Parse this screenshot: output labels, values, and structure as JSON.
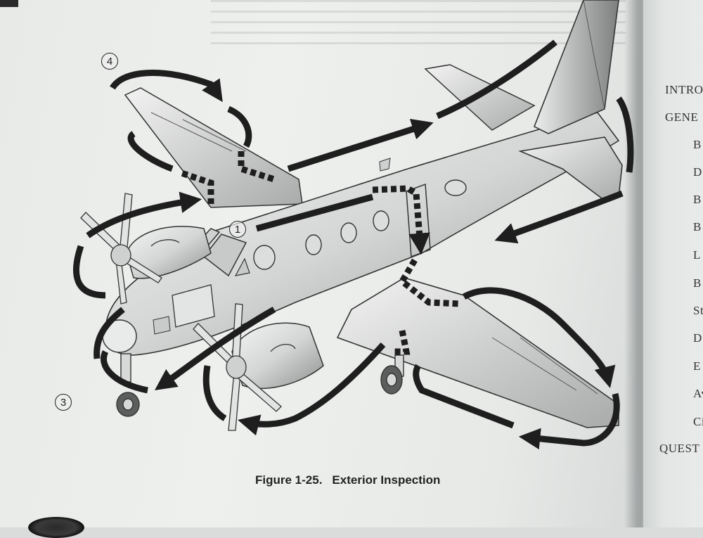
{
  "figure": {
    "number": "Figure 1-25.",
    "title": "Exterior Inspection",
    "callouts": [
      "1",
      "3",
      "4"
    ]
  },
  "toc_right_page": {
    "items": [
      "INTRO",
      "GENE",
      "B",
      "D",
      "B",
      "B",
      "L",
      "B",
      "St",
      "D",
      "E",
      "Av",
      "Ci",
      "QUEST"
    ]
  },
  "colors": {
    "page": "#eef0ee",
    "ink": "#222222",
    "aircraft_shade": "#8d8f8e"
  }
}
